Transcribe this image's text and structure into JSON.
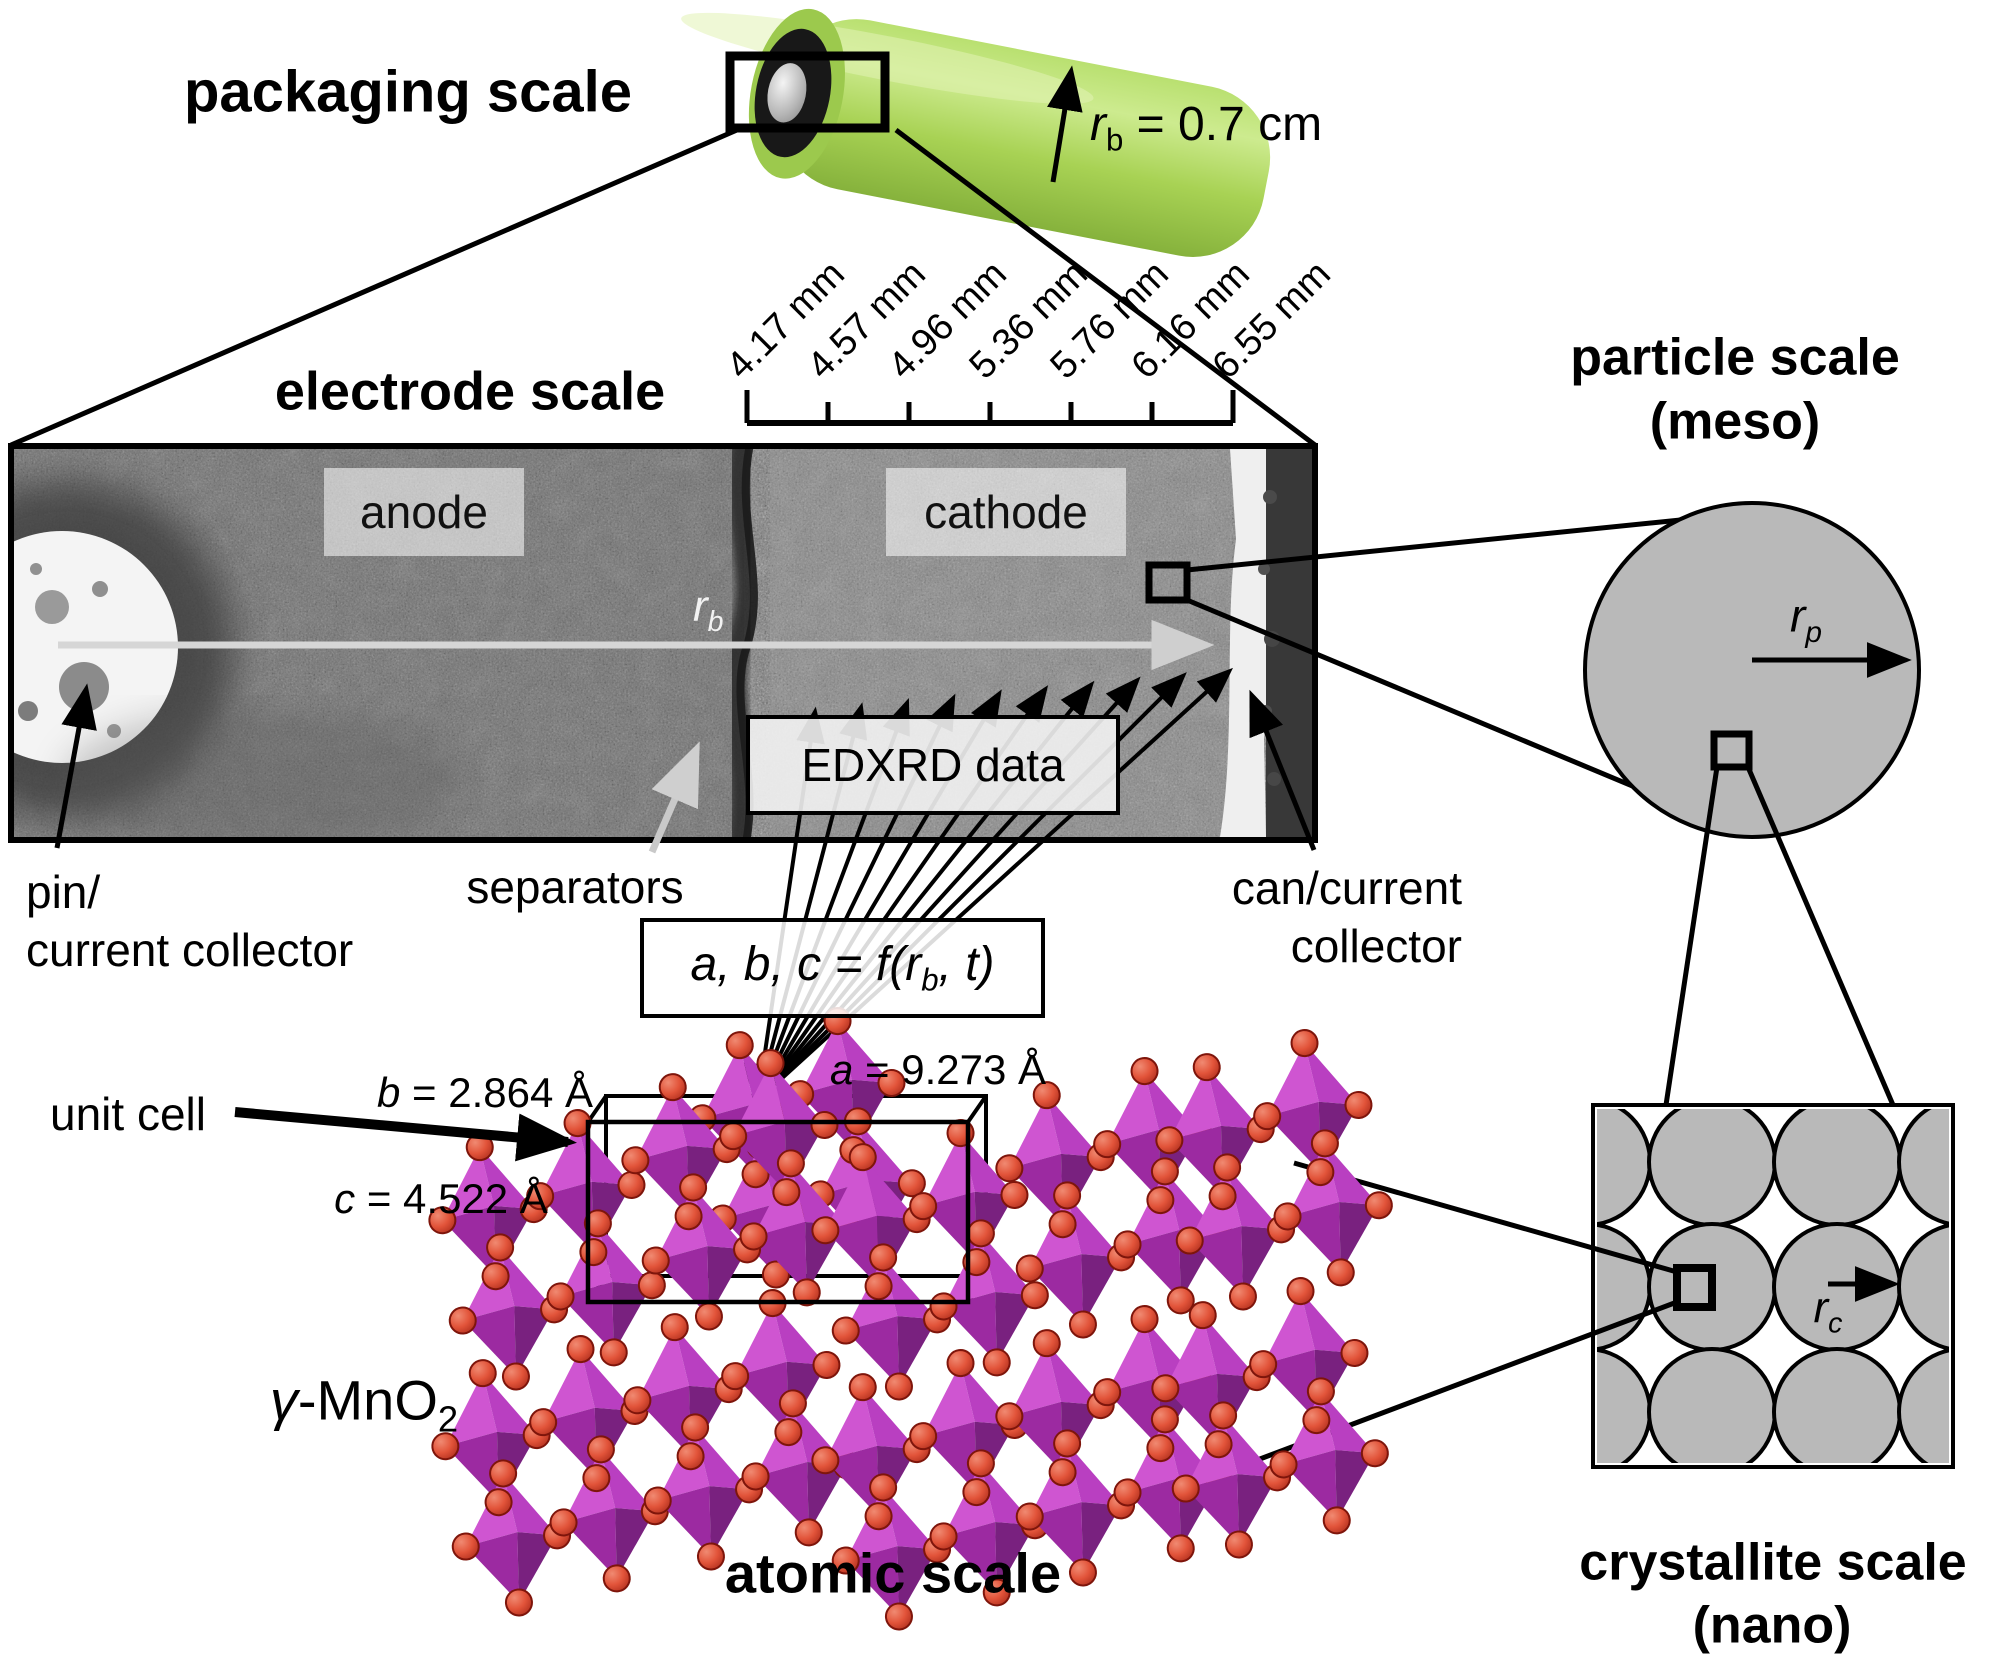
{
  "figure": {
    "packaging": {
      "title": "packaging scale",
      "radius_label": {
        "var": "r",
        "sub": "b",
        "rest": " = 0.7 cm"
      }
    },
    "electrode": {
      "title": "electrode scale",
      "ruler": {
        "labels": [
          "4.17 mm",
          "4.57 mm",
          "4.96 mm",
          "5.36 mm",
          "5.76 mm",
          "6.16 mm",
          "6.55 mm"
        ],
        "values_mm": [
          4.17,
          4.57,
          4.96,
          5.36,
          5.76,
          6.16,
          6.55
        ],
        "unit": "mm"
      },
      "anode": "anode",
      "cathode": "cathode",
      "radius_label": {
        "var": "r",
        "sub": "b"
      },
      "edxrd": "EDXRD data",
      "pin_line1": "pin/",
      "pin_line2": "current collector",
      "separators": "separators",
      "can_line1": "can/current",
      "can_line2": "collector",
      "formula": {
        "pre": "a, b, c = f(r",
        "sub": "b",
        "post": ", t)"
      }
    },
    "particle": {
      "title": "particle scale",
      "subtitle": "(meso)",
      "radius_label": {
        "var": "r",
        "sub": "p"
      }
    },
    "crystallite": {
      "title": "crystallite scale",
      "subtitle": "(nano)",
      "radius_label": {
        "var": "r",
        "sub": "c"
      }
    },
    "atomic": {
      "title": "atomic scale",
      "material": {
        "italic": "γ",
        "text": "-MnO",
        "sub": "2"
      },
      "unit_cell": "unit cell",
      "lattice_a": {
        "var": "a",
        "rest": " = 9.273 Å"
      },
      "lattice_b": {
        "var": "b",
        "rest": " = 2.864 Å"
      },
      "lattice_c": {
        "var": "c",
        "rest": " = 4.522 Å"
      }
    }
  },
  "colors": {
    "battery_green_light": "#cdeb8f",
    "battery_green": "#a8d254",
    "battery_green_dark": "#86b23c",
    "battery_cap": "#181818",
    "particle_gray": "#b9b9b9",
    "arrow_light": "#cfcfcf",
    "octahedra": [
      "#cf55d1",
      "#b93fc1",
      "#9c2aa1",
      "#79217f"
    ],
    "oxygen_red": "#cf3a26"
  }
}
